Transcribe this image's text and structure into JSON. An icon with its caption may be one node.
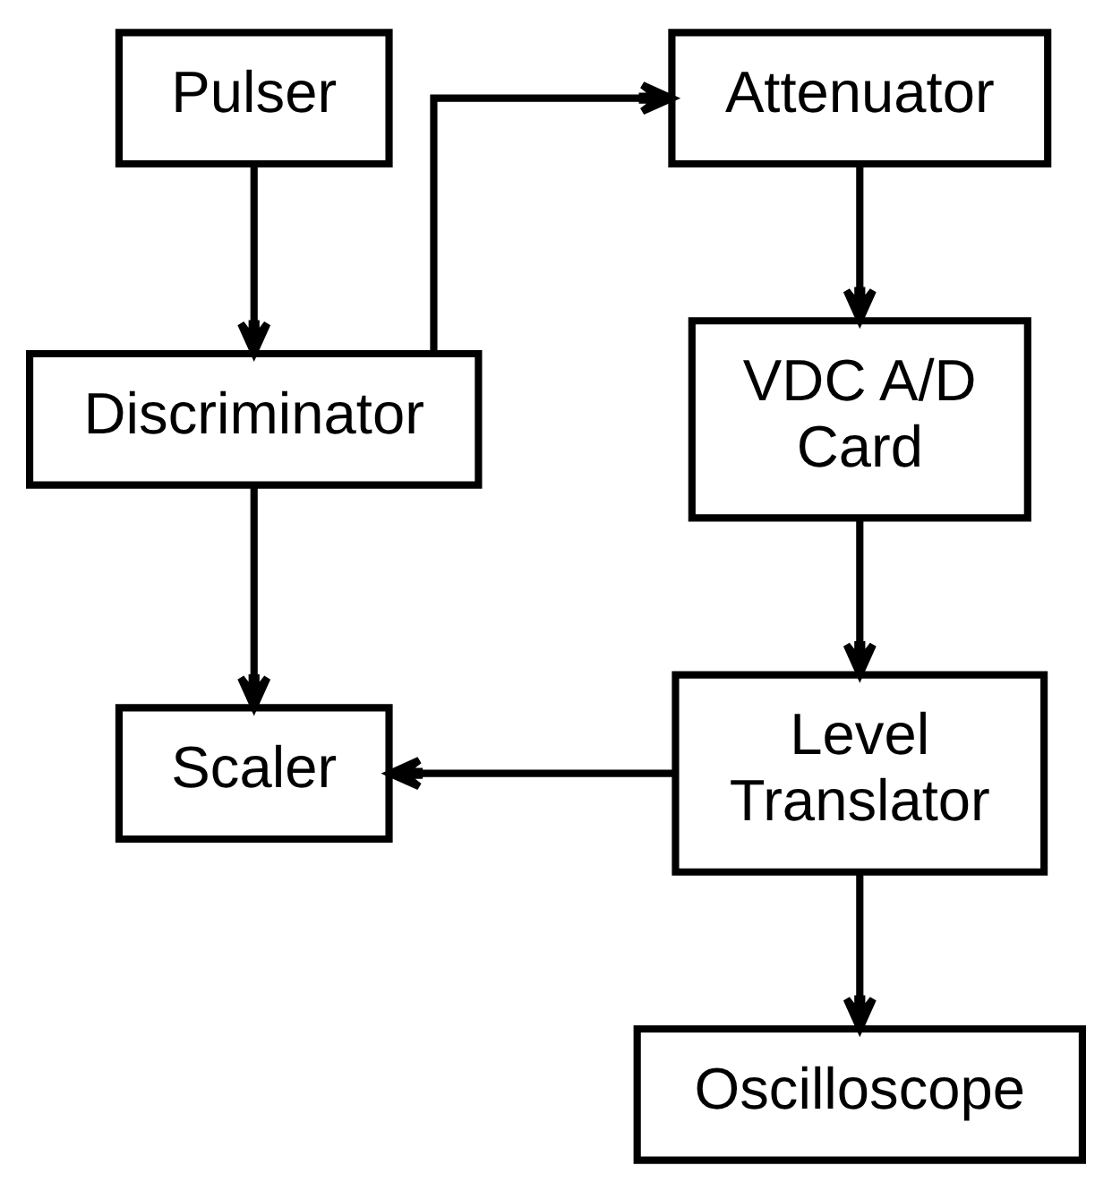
{
  "diagram": {
    "nodes": [
      {
        "text": [
          "Pulser"
        ]
      },
      {
        "text": [
          "Discriminator"
        ]
      },
      {
        "text": [
          "Attenuator"
        ]
      },
      {
        "text": [
          "VDC A/D Card"
        ]
      },
      {
        "text": [
          "Scaler"
        ]
      },
      {
        "text": [
          "Level Translator"
        ]
      },
      {
        "text": [
          "Oscilloscope"
        ]
      }
    ],
    "edges": [
      {
        "from": 0,
        "to": 1,
        "arrow": "to"
      },
      {
        "from": 1,
        "to": 2,
        "arrow": "to"
      },
      {
        "from": 2,
        "to": 3,
        "arrow": "to"
      },
      {
        "from": 1,
        "to": 4,
        "arrow": "to"
      },
      {
        "from": 3,
        "to": 5,
        "arrow": "to"
      },
      {
        "from": 5,
        "to": 4,
        "arrow": "to"
      },
      {
        "from": 5,
        "to": 6,
        "arrow": "to"
      }
    ]
  }
}
